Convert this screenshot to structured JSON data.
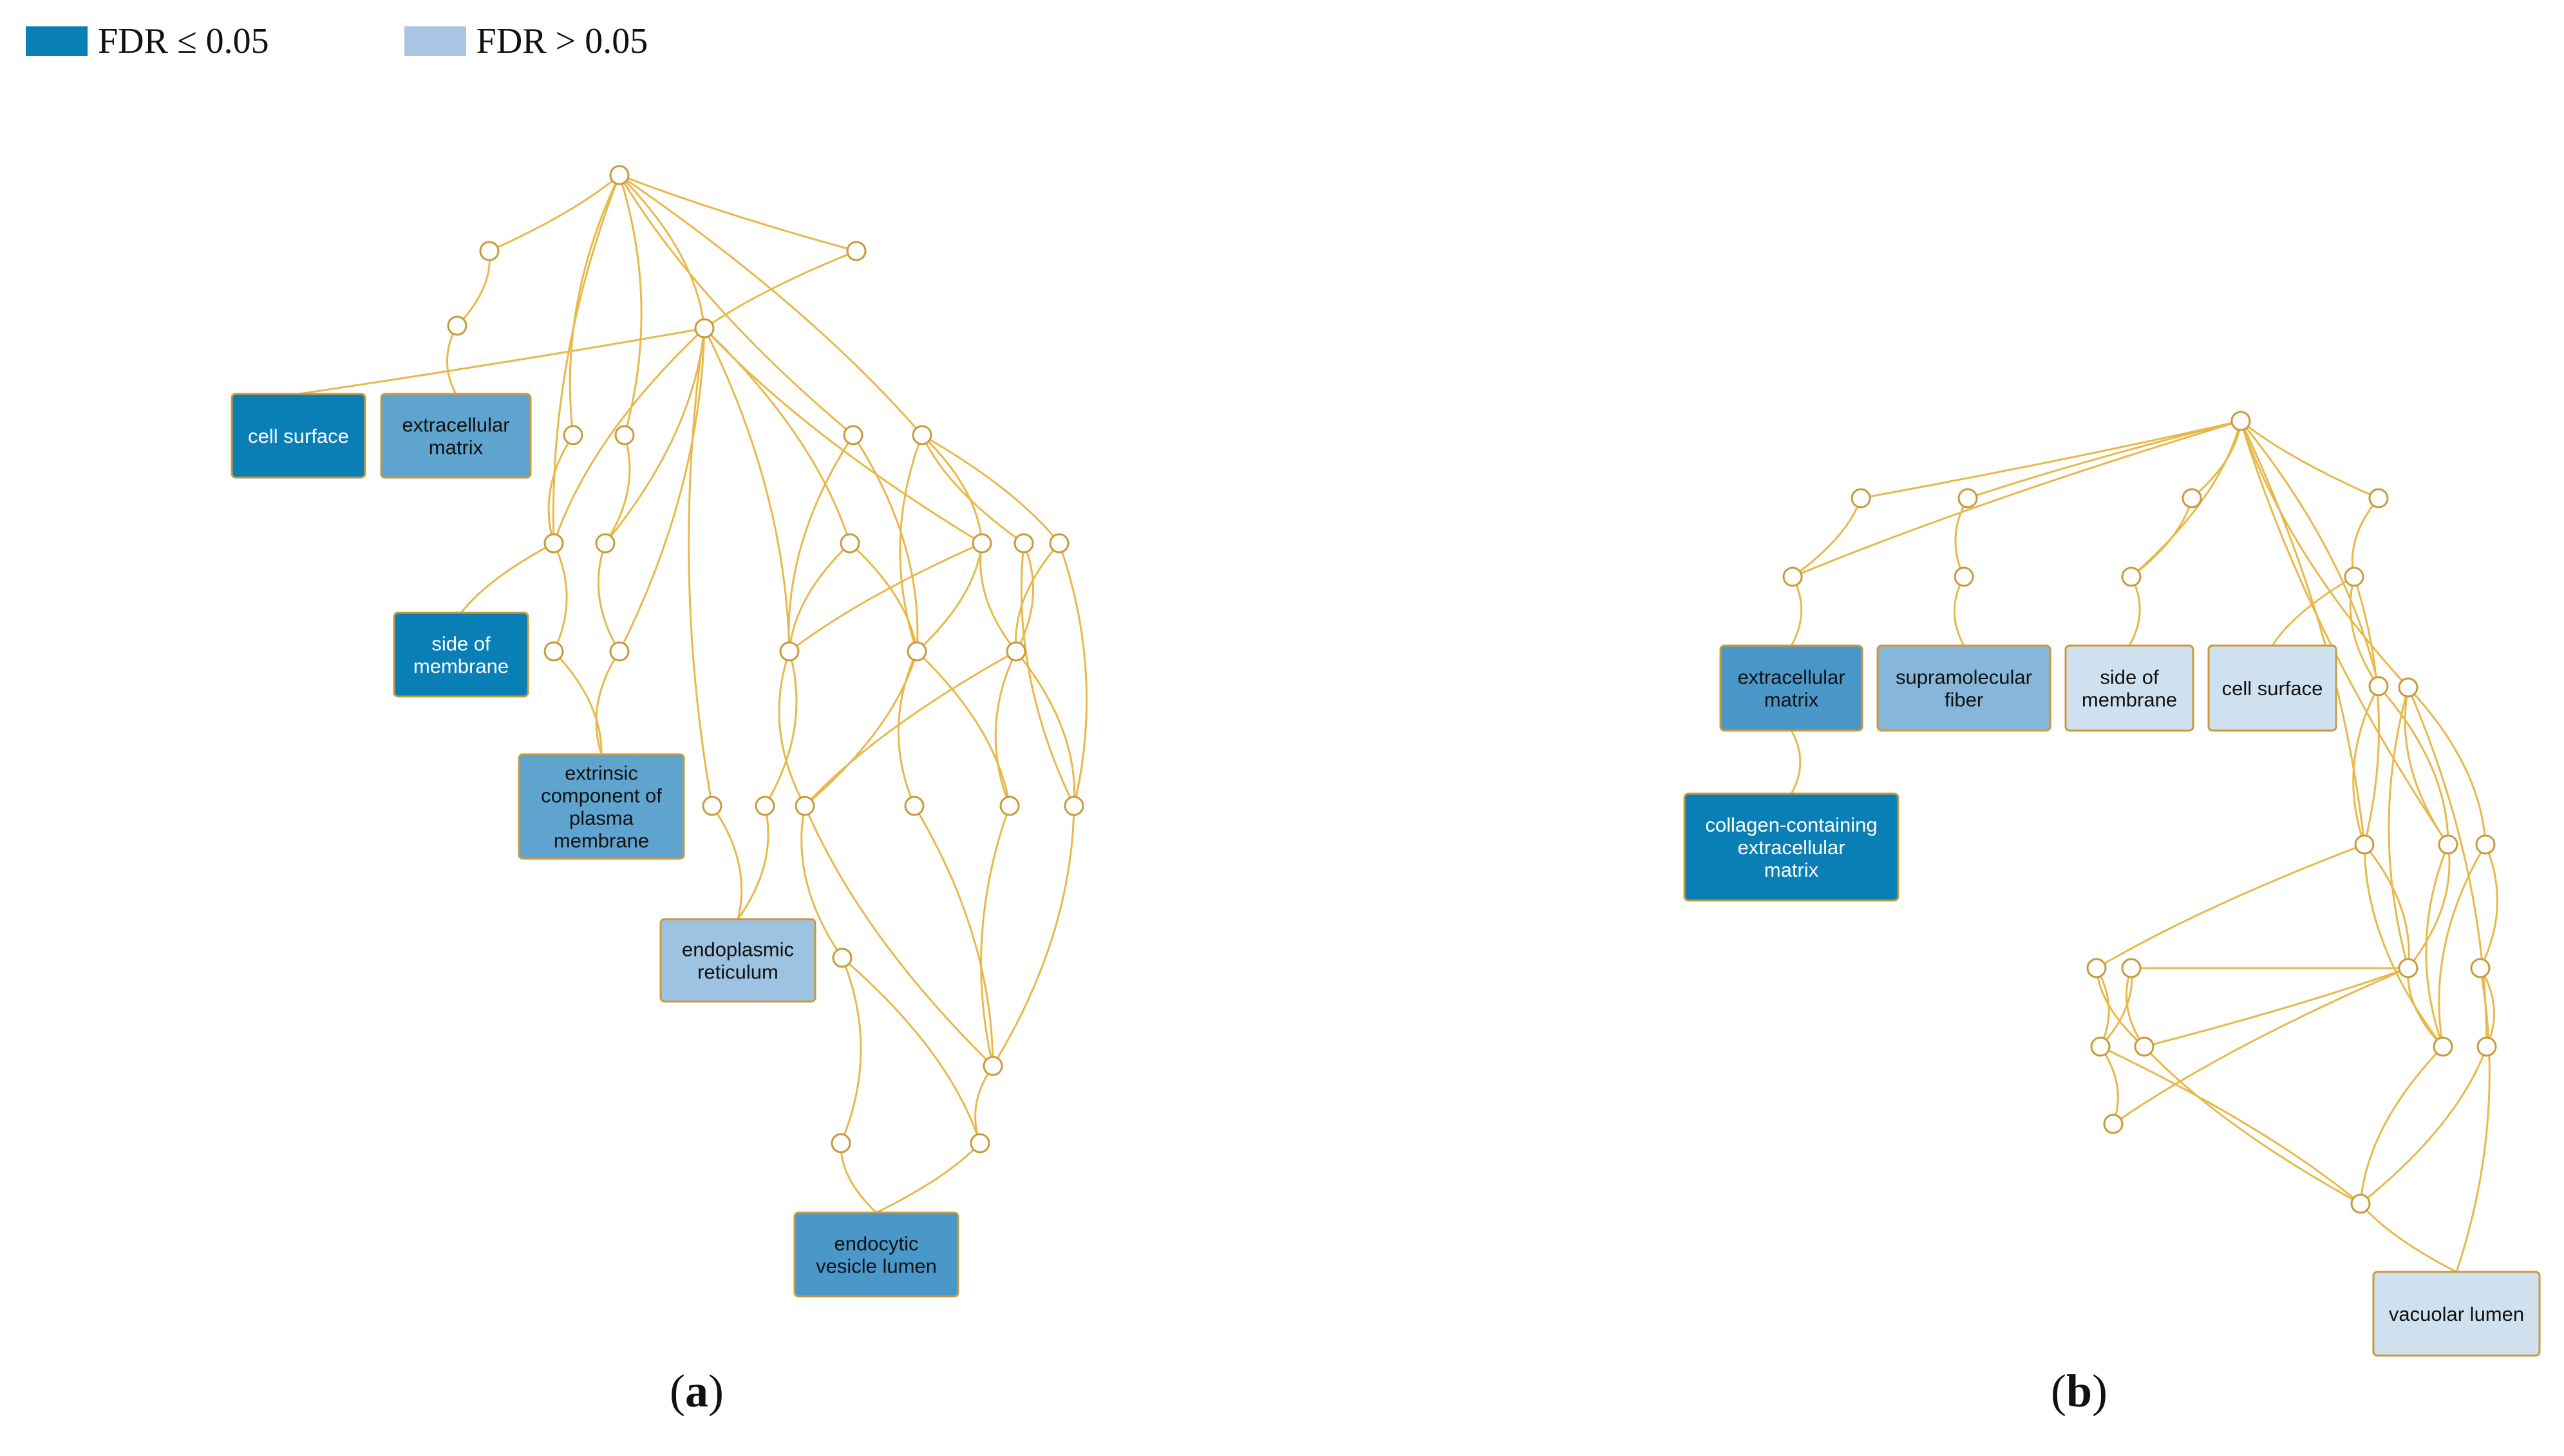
{
  "legend": [
    {
      "label": "FDR ≤ 0.05",
      "color": "#0a7fb5"
    },
    {
      "label": "FDR > 0.05",
      "color": "#a9c5e4"
    }
  ],
  "colors": {
    "edge": "#e8b94a",
    "circle_stroke": "#c99a3c"
  },
  "panels": {
    "a": {
      "label": "a",
      "nodes": [
        {
          "lines": [
            "cell surface"
          ],
          "color": "#0a7fb5",
          "text": "#ffffff"
        },
        {
          "lines": [
            "extracellular",
            "matrix"
          ],
          "color": "#5fa4cf",
          "text": "#111111"
        },
        {
          "lines": [
            "side of",
            "membrane"
          ],
          "color": "#0a7fb5",
          "text": "#ffffff"
        },
        {
          "lines": [
            "extrinsic",
            "component of",
            "plasma",
            "membrane"
          ],
          "color": "#5fa4cf",
          "text": "#111111"
        },
        {
          "lines": [
            "endoplasmic",
            "reticulum"
          ],
          "color": "#9ec3e2",
          "text": "#111111"
        },
        {
          "lines": [
            "endocytic",
            "vesicle lumen"
          ],
          "color": "#4a97c9",
          "text": "#111111"
        }
      ]
    },
    "b": {
      "label": "b",
      "nodes": [
        {
          "lines": [
            "extracellular",
            "matrix"
          ],
          "color": "#4a97c9",
          "text": "#111111"
        },
        {
          "lines": [
            "supramolecular",
            "fiber"
          ],
          "color": "#86b6da",
          "text": "#111111"
        },
        {
          "lines": [
            "side of",
            "membrane"
          ],
          "color": "#cfe1ef",
          "text": "#111111"
        },
        {
          "lines": [
            "cell surface"
          ],
          "color": "#cfe1ef",
          "text": "#111111"
        },
        {
          "lines": [
            "collagen-containing",
            "extracellular",
            "matrix"
          ],
          "color": "#0a7fb5",
          "text": "#ffffff"
        },
        {
          "lines": [
            "vacuolar lumen"
          ],
          "color": "#cfe1ef",
          "text": "#111111"
        }
      ]
    }
  }
}
